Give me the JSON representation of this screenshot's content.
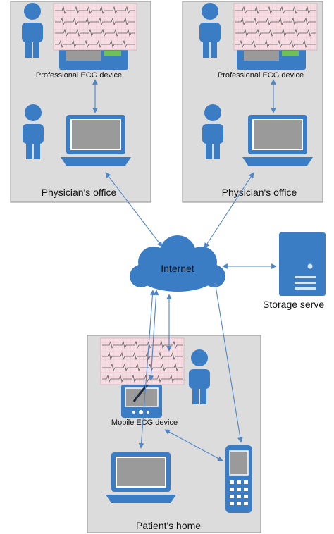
{
  "offices": [
    {
      "device_label": "Professional ECG device",
      "location_label": "Physician's office"
    },
    {
      "device_label": "Professional ECG device",
      "location_label": "Physician's office"
    }
  ],
  "internet_label": "Internet",
  "storage_label": "Storage serve",
  "home": {
    "device_label": "Mobile ECG device",
    "location_label": "Patient's home"
  },
  "colors": {
    "accent_blue": "#3b7dc4",
    "panel_gray": "#dcdcdc",
    "ecg_pink": "#f6dde3",
    "screen_gray": "#9a9a9a"
  },
  "icons": [
    "person-icon",
    "ecg-strip-icon",
    "ecg-device-icon",
    "laptop-icon",
    "cloud-icon",
    "server-icon",
    "mobile-phone-icon",
    "pda-icon"
  ]
}
